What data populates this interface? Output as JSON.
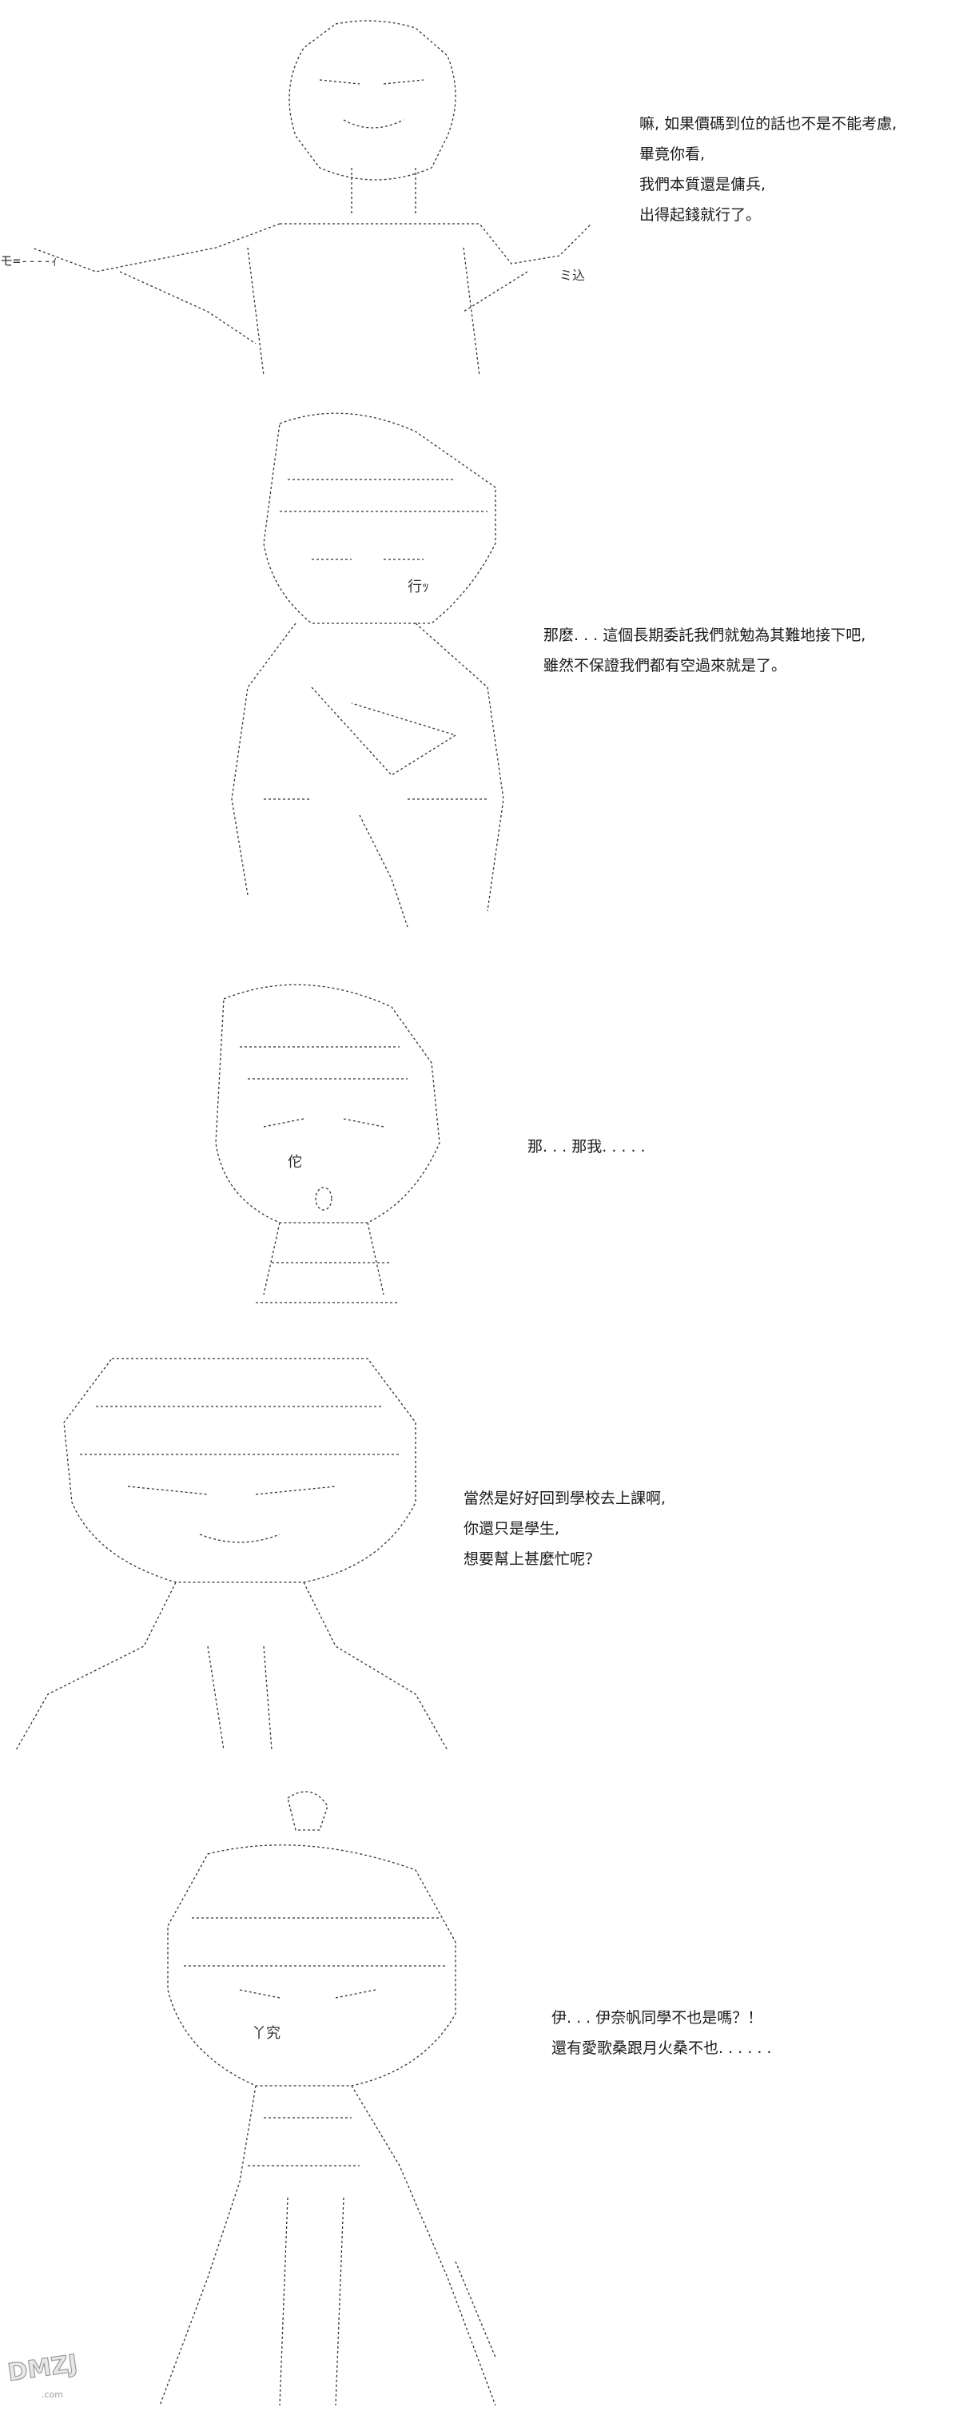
{
  "panels": [
    {
      "lines": [
        "嘛, 如果價碼到位的話也不是不能考慮,",
        "畢竟你看,",
        "我們本質還是傭兵,",
        "出得起錢就行了。"
      ]
    },
    {
      "lines": [
        "那麽. . . 這個長期委託我們就勉為其難地接下吧,",
        "雖然不保證我們都有空過來就是了。"
      ]
    },
    {
      "lines": [
        "那. . . 那我. . . . ."
      ]
    },
    {
      "lines": [
        "當然是好好回到學校去上課啊,",
        "你還只是學生,",
        "想要幫上甚麼忙呢？"
      ]
    },
    {
      "lines": [
        "伊. . . 伊奈帆同學不也是嗎？！",
        "還有愛歌桑跟月火桑不也. . . . . ."
      ]
    }
  ],
  "art_text": {
    "p1_left": "モ=----ｨ",
    "p1_right": "ミ込",
    "p2_chars": "行ｯ",
    "p3_chars": "佗",
    "p5_chars": "丫究"
  },
  "watermark": {
    "logo": "DMZJ",
    "site": ".com"
  }
}
